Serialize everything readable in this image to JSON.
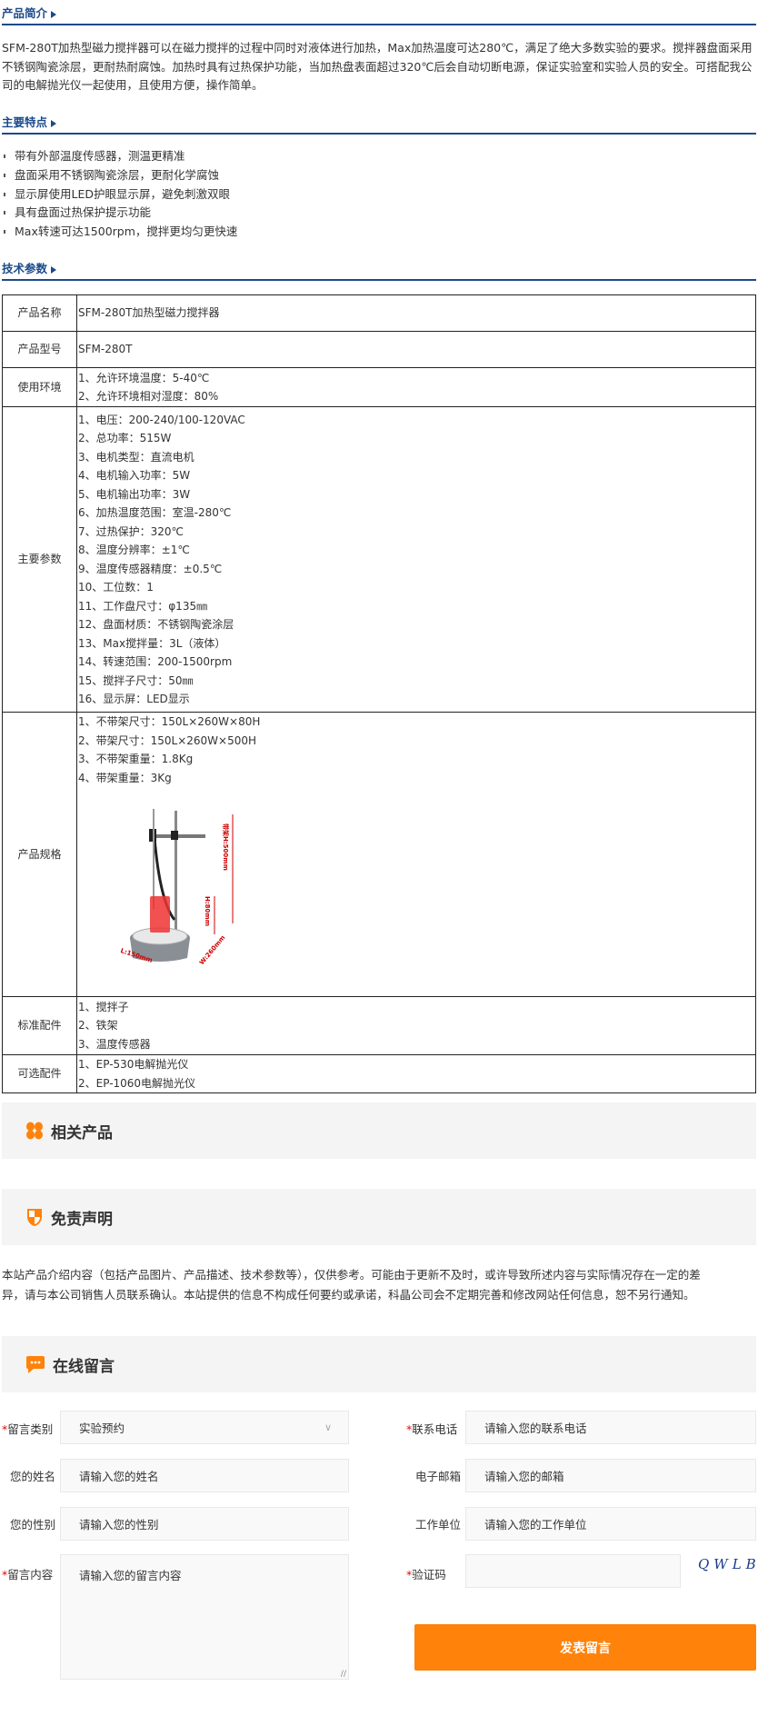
{
  "intro": {
    "title": "产品简介",
    "text": "SFM-280T加热型磁力搅拌器可以在磁力搅拌的过程中同时对液体进行加热，Max加热温度可达280℃，满足了绝大多数实验的要求。搅拌器盘面采用不锈钢陶瓷涂层，更耐热耐腐蚀。加热时具有过热保护功能，当加热盘表面超过320℃后会自动切断电源，保证实验室和实验人员的安全。可搭配我公司的电解抛光仪一起使用，且使用方便，操作简单。"
  },
  "features": {
    "title": "主要特点",
    "items": [
      "带有外部温度传感器，测温更精准",
      "盘面采用不锈钢陶瓷涂层，更耐化学腐蚀",
      "显示屏使用LED护眼显示屏，避免刺激双眼",
      "具有盘面过热保护提示功能",
      "Max转速可达1500rpm，搅拌更均匀更快速"
    ]
  },
  "specs": {
    "title": "技术参数",
    "rows": [
      {
        "k": "产品名称",
        "v": [
          "SFM-280T加热型磁力搅拌器"
        ]
      },
      {
        "k": "产品型号",
        "v": [
          "SFM-280T"
        ]
      },
      {
        "k": "使用环境",
        "v": [
          "1、允许环境温度：5-40℃",
          "2、允许环境相对湿度：80%"
        ]
      },
      {
        "k": "主要参数",
        "v": [
          "1、电压：200-240/100-120VAC",
          "2、总功率：515W",
          "3、电机类型：直流电机",
          "4、电机输入功率：5W",
          "5、电机输出功率：3W",
          "6、加热温度范围：室温-280℃",
          "7、过热保护：320℃",
          "8、温度分辨率：±1℃",
          "9、温度传感器精度：±0.5℃",
          "10、工位数：1",
          "11、工作盘尺寸：φ135㎜",
          "12、盘面材质：不锈钢陶瓷涂层",
          "13、Max搅拌量：3L（液体）",
          "14、转速范围：200-1500rpm",
          "15、搅拌子尺寸：50㎜",
          "16、显示屏：LED显示"
        ]
      },
      {
        "k": "产品规格",
        "v": [
          "1、不带架尺寸：150L×260W×80H",
          "2、带架尺寸：150L×260W×500H",
          "3、不带架重量：1.8Kg",
          "4、带架重量：3Kg"
        ],
        "image": {
          "dims": [
            "带架H:500mm",
            "H:80mm",
            "W:260mm",
            "L:150mm"
          ]
        }
      },
      {
        "k": "标准配件",
        "v": [
          "1、搅拌子",
          "2、铁架",
          "3、温度传感器"
        ]
      },
      {
        "k": "可选配件",
        "v": [
          "1、EP-530电解抛光仪",
          "2、EP-1060电解抛光仪"
        ]
      }
    ]
  },
  "related": {
    "title": "相关产品"
  },
  "disclaimer": {
    "title": "免责声明",
    "text": "本站产品介绍内容（包括产品图片、产品描述、技术参数等），仅供参考。可能由于更新不及时，或许导致所述内容与实际情况存在一定的差异，请与本公司销售人员联系确认。本站提供的信息不构成任何要约或承诺，科晶公司会不定期完善和修改网站任何信息，恕不另行通知。"
  },
  "form": {
    "title": "在线留言",
    "required_mark": "*",
    "category": {
      "label": "留言类别",
      "value": "实验预约"
    },
    "phone": {
      "label": "联系电话",
      "placeholder": "请输入您的联系电话"
    },
    "name": {
      "label": "您的姓名",
      "placeholder": "请输入您的姓名"
    },
    "email": {
      "label": "电子邮箱",
      "placeholder": "请输入您的邮箱"
    },
    "gender": {
      "label": "您的性别",
      "placeholder": "请输入您的性别"
    },
    "company": {
      "label": "工作单位",
      "placeholder": "请输入您的工作单位"
    },
    "content": {
      "label": "留言内容",
      "placeholder": "请输入您的留言内容"
    },
    "captcha": {
      "label": "验证码",
      "image_text": "QWLB"
    },
    "submit": "发表留言"
  },
  "colors": {
    "accent": "#ff820a",
    "heading": "#1a4a8a"
  }
}
